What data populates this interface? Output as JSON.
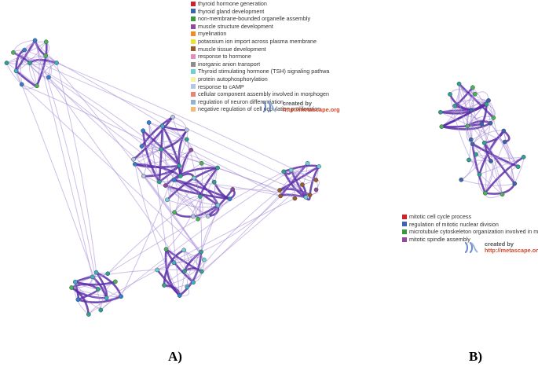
{
  "panel_a": {
    "label": "A)",
    "legend": [
      {
        "label": "thyroid hormone generation",
        "color": "#d0202a"
      },
      {
        "label": "thyroid gland development",
        "color": "#3a64b0"
      },
      {
        "label": "non-membrane-bounded organelle assembly",
        "color": "#3c9a3e"
      },
      {
        "label": "muscle structure development",
        "color": "#8e4b9e"
      },
      {
        "label": "myelination",
        "color": "#ef8c25"
      },
      {
        "label": "potassium ion import across plasma membrane",
        "color": "#f2e132"
      },
      {
        "label": "muscle tissue development",
        "color": "#9b5a2b"
      },
      {
        "label": "response to hormone",
        "color": "#e48bc0"
      },
      {
        "label": "inorganic anion transport",
        "color": "#8d8d8d"
      },
      {
        "label": "Thyroid stimulating hormone (TSH) signaling pathwa",
        "color": "#6fcfd9"
      },
      {
        "label": "protein autophosphorylation",
        "color": "#f6f0a0"
      },
      {
        "label": "response to cAMP",
        "color": "#b5c5e6"
      },
      {
        "label": "cellular component assembly involved in morphogen",
        "color": "#ec8272"
      },
      {
        "label": "regulation of neuron differentiation",
        "color": "#8fb2d4"
      },
      {
        "label": "negative regulation of cell population proliferation",
        "color": "#f2b97a"
      }
    ],
    "credit": {
      "created_by": "created by",
      "url": "http://metascape.org"
    }
  },
  "panel_b": {
    "label": "B)",
    "legend": [
      {
        "label": "mitotic cell cycle process",
        "color": "#d0202a"
      },
      {
        "label": "regulation of mitotic nuclear division",
        "color": "#3a64b0"
      },
      {
        "label": "microtubule cytoskeleton organization involved in mit",
        "color": "#3c9a3e"
      },
      {
        "label": "mitotic spindle assembly",
        "color": "#8e4b9e"
      }
    ],
    "credit": {
      "created_by": "created by",
      "url": "http://metascape.org"
    }
  }
}
